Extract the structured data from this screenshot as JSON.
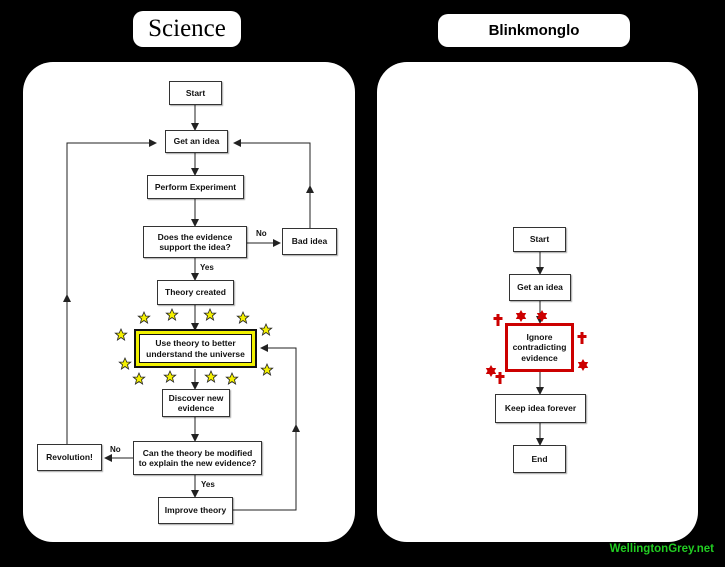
{
  "science": {
    "title": "Science",
    "nodes": {
      "start": "Start",
      "get_idea": "Get an idea",
      "perform_experiment": "Perform Experiment",
      "evidence_support": "Does the evidence\nsupport the idea?",
      "bad_idea": "Bad idea",
      "theory_created": "Theory created",
      "use_theory": "Use theory to better\nunderstand the universe",
      "discover_evidence": "Discover new\nevidence",
      "can_modify": "Can the theory be modified\nto explain the new evidence?",
      "revolution": "Revolution!",
      "improve_theory": "Improve theory"
    },
    "edge_labels": {
      "no_bad": "No",
      "yes_theory": "Yes",
      "no_revolution": "No",
      "yes_improve": "Yes"
    },
    "highlight_color": "#f0f000"
  },
  "blinkmonglo": {
    "title": "Blinkmonglo",
    "nodes": {
      "start": "Start",
      "get_idea": "Get an idea",
      "ignore": "Ignore\ncontradicting\nevidence",
      "keep_forever": "Keep idea forever",
      "end": "End"
    },
    "highlight_color": "#cc0000"
  },
  "credit": "WellingtonGrey.net"
}
